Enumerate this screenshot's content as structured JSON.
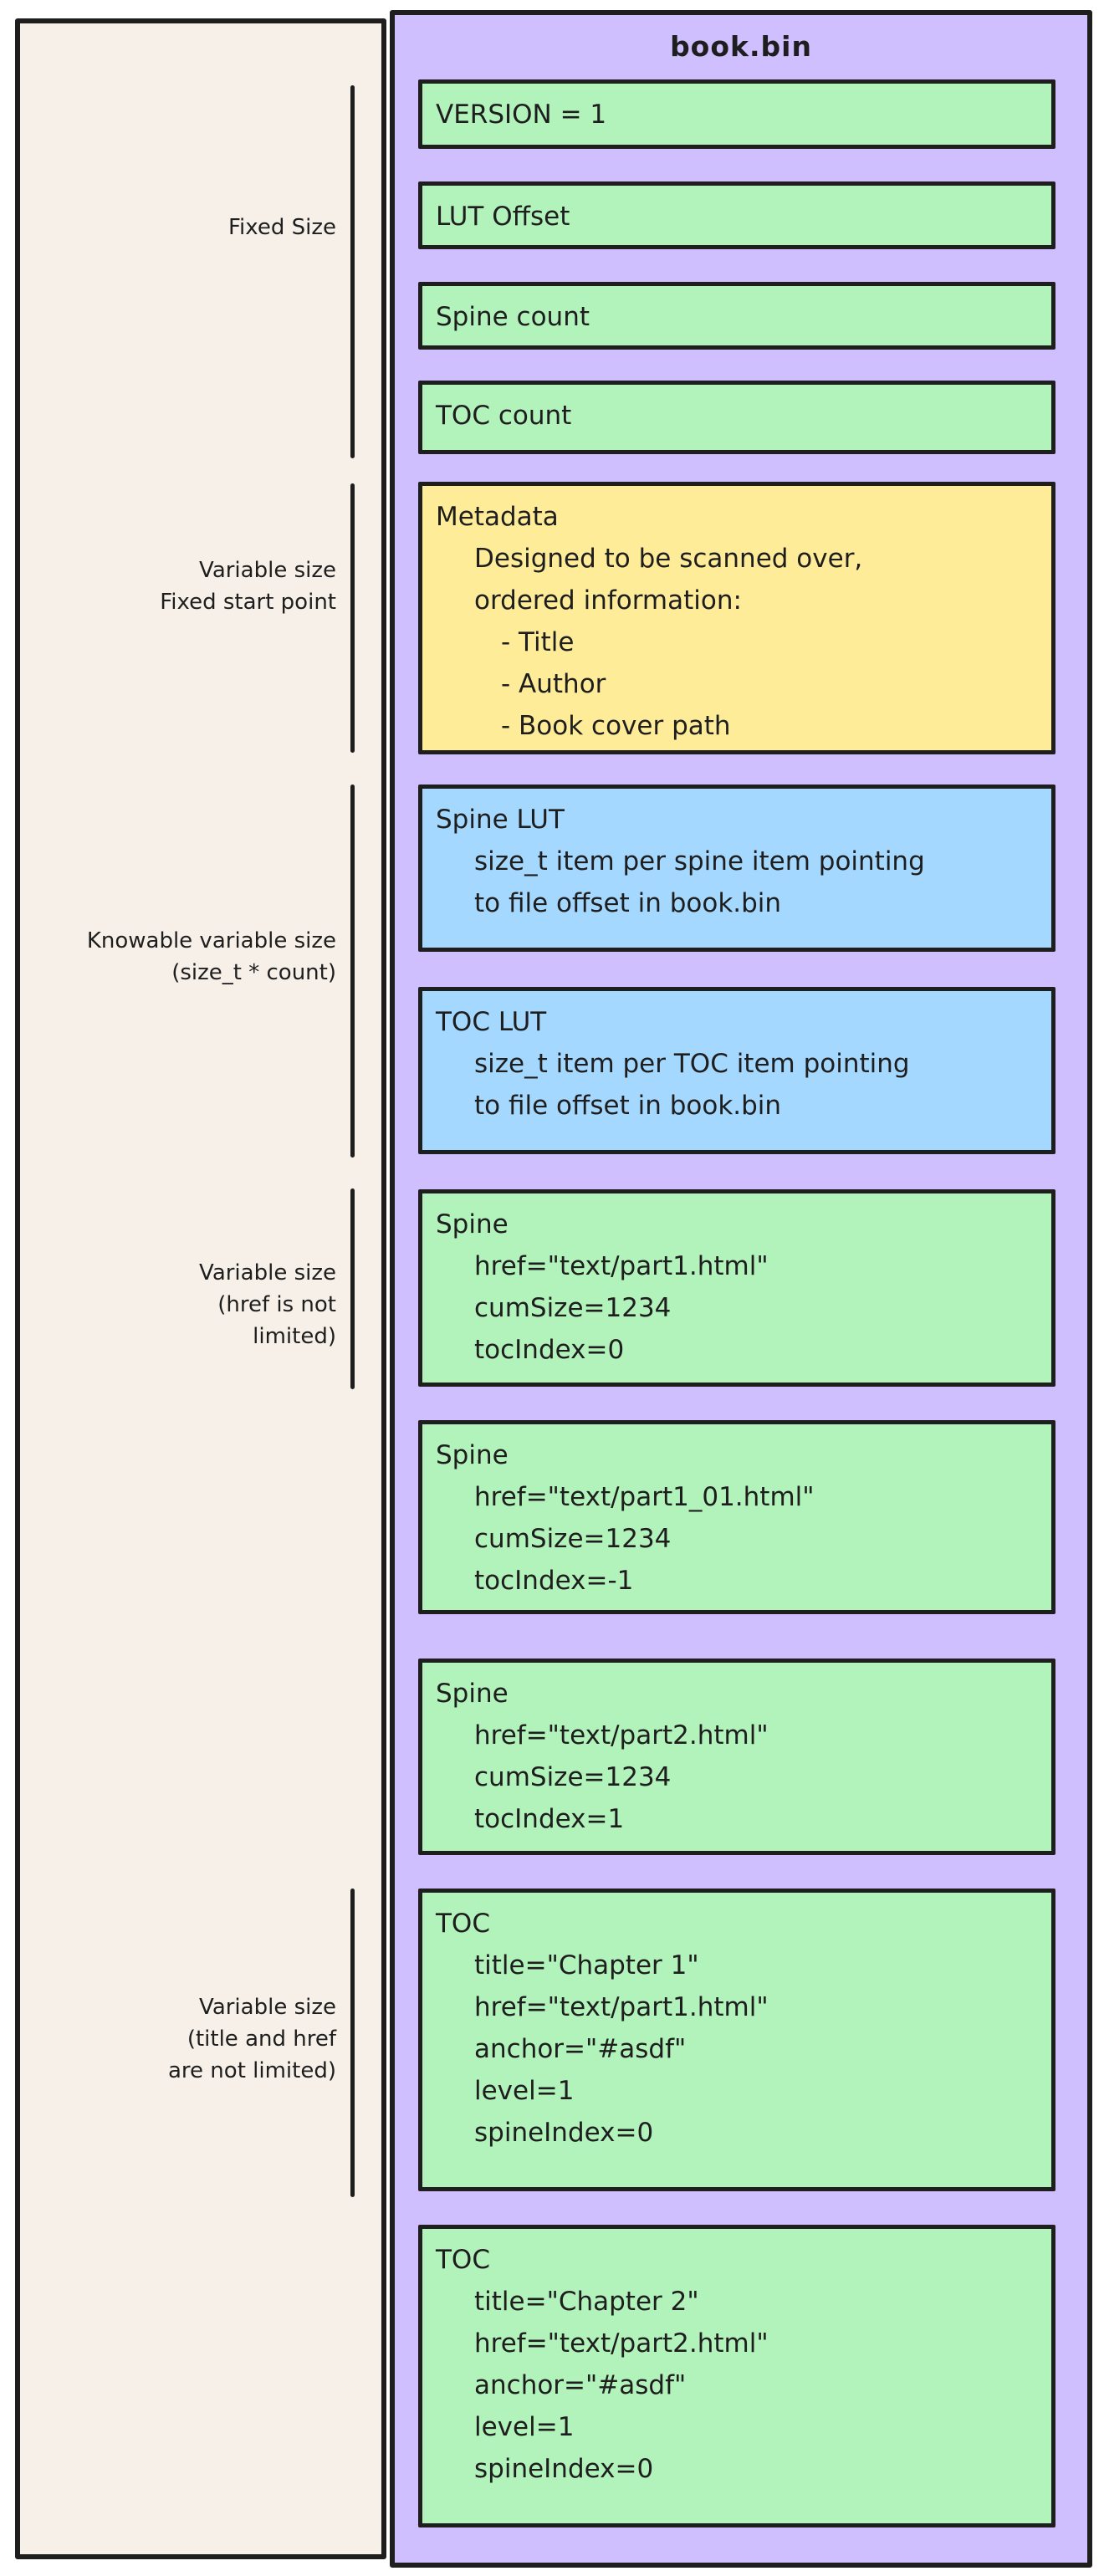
{
  "canvas": {
    "file_title": "book.bin",
    "colors": {
      "background_panel": "#f6f0e8",
      "container_purple": "#d0bfff",
      "record_green": "#b2f2bb",
      "record_yellow": "#ffec99",
      "record_blue": "#a5d8ff",
      "stroke": "#1e1e1e",
      "page": "#ffffff"
    }
  },
  "size_labels": [
    {
      "lines": [
        "Fixed Size"
      ]
    },
    {
      "lines": [
        "Variable size",
        "Fixed start point"
      ]
    },
    {
      "lines": [
        "Knowable variable size",
        "(size_t * count)"
      ]
    },
    {
      "lines": [
        "Variable size",
        "(href is not",
        "limited)"
      ]
    },
    {
      "lines": [
        "Variable size",
        "(title and href",
        "are not limited)"
      ]
    }
  ],
  "boxes": [
    {
      "title": "VERSION = 1",
      "color": "green",
      "lines": []
    },
    {
      "title": "LUT Offset",
      "color": "green",
      "lines": []
    },
    {
      "title": "Spine count",
      "color": "green",
      "lines": []
    },
    {
      "title": "TOC count",
      "color": "green",
      "lines": []
    },
    {
      "title": "Metadata",
      "color": "yellow",
      "lines": [
        "Designed to be scanned over,",
        "ordered information:",
        "- Title",
        "- Author",
        "- Book cover path"
      ]
    },
    {
      "title": "Spine LUT",
      "color": "blue",
      "lines": [
        "size_t item per spine item pointing",
        "to file offset in book.bin"
      ]
    },
    {
      "title": "TOC LUT",
      "color": "blue",
      "lines": [
        "size_t item per TOC item pointing",
        "to file offset in book.bin"
      ]
    },
    {
      "title": "Spine",
      "color": "green",
      "lines": [
        "href=\"text/part1.html\"",
        "cumSize=1234",
        "tocIndex=0"
      ]
    },
    {
      "title": "Spine",
      "color": "green",
      "lines": [
        "href=\"text/part1_01.html\"",
        "cumSize=1234",
        "tocIndex=-1"
      ]
    },
    {
      "title": "Spine",
      "color": "green",
      "lines": [
        "href=\"text/part2.html\"",
        "cumSize=1234",
        "tocIndex=1"
      ]
    },
    {
      "title": "TOC",
      "color": "green",
      "lines": [
        "title=\"Chapter 1\"",
        "href=\"text/part1.html\"",
        "anchor=\"#asdf\"",
        "level=1",
        "spineIndex=0"
      ]
    },
    {
      "title": "TOC",
      "color": "green",
      "lines": [
        "title=\"Chapter 2\"",
        "href=\"text/part2.html\"",
        "anchor=\"#asdf\"",
        "level=1",
        "spineIndex=0"
      ]
    }
  ]
}
